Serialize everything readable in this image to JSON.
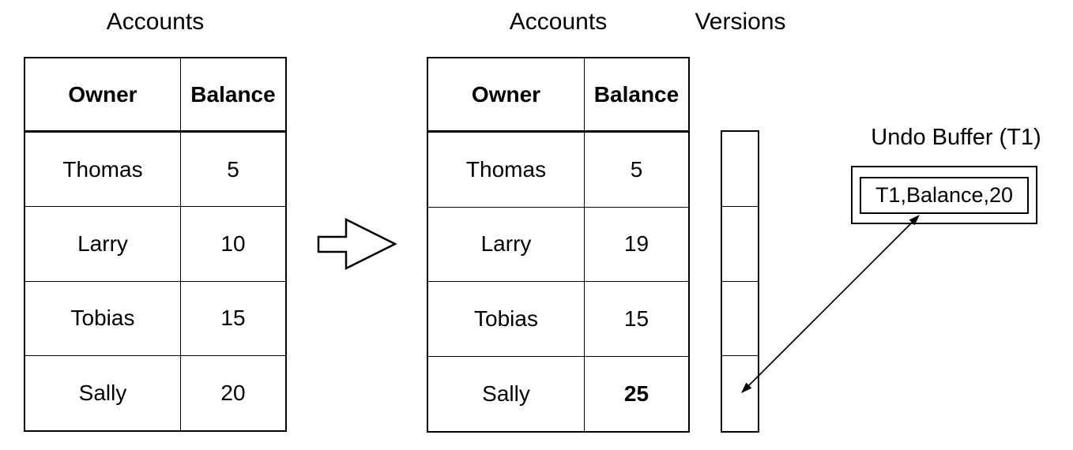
{
  "palette": {
    "background": "#ffffff",
    "line": "#000000",
    "text": "#000000"
  },
  "before": {
    "title": "Accounts",
    "headers": {
      "owner": "Owner",
      "balance": "Balance"
    },
    "rows": [
      {
        "owner": "Thomas",
        "balance": "5"
      },
      {
        "owner": "Larry",
        "balance": "10"
      },
      {
        "owner": "Tobias",
        "balance": "15"
      },
      {
        "owner": "Sally",
        "balance": "20"
      }
    ]
  },
  "after": {
    "title": "Accounts",
    "headers": {
      "owner": "Owner",
      "balance": "Balance"
    },
    "rows": [
      {
        "owner": "Thomas",
        "balance": "5"
      },
      {
        "owner": "Larry",
        "balance": "19"
      },
      {
        "owner": "Tobias",
        "balance": "15"
      },
      {
        "owner": "Sally",
        "balance": "25",
        "bold": true
      }
    ]
  },
  "versions": {
    "title": "Versions",
    "cell_count": 4,
    "cells": [
      "",
      "",
      "",
      ""
    ]
  },
  "undo_buffer": {
    "title": "Undo Buffer (T1)",
    "entry": "T1,Balance,20"
  },
  "arrows": {
    "transition": "block arrow from before-table to after-table",
    "undo_link": "double-headed arrow between undo buffer entry and bottom versions cell"
  }
}
